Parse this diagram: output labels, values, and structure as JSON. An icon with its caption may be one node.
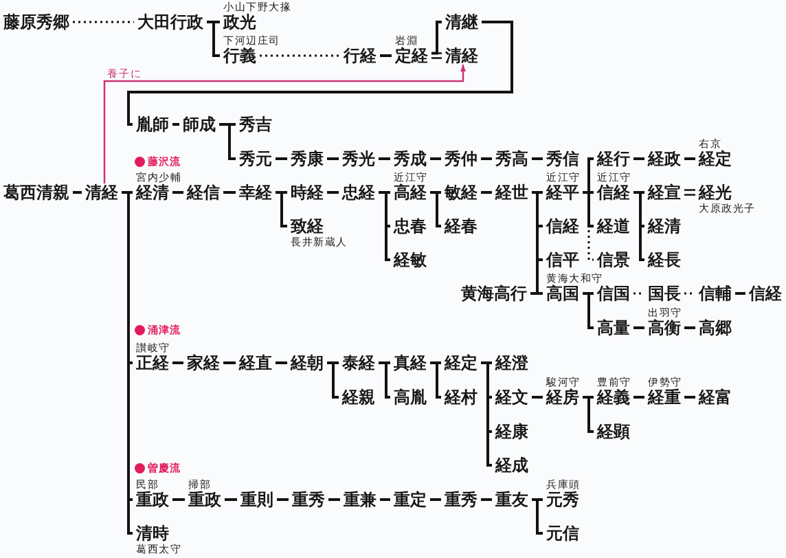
{
  "diagram": {
    "nodes": [
      {
        "text": [
          "藤原秀郷"
        ]
      },
      {
        "text": [
          "大田行政"
        ]
      },
      {
        "text": [
          "政光"
        ],
        "beside": [
          "小山下野大掾"
        ]
      },
      {
        "text": [
          "清継"
        ]
      },
      {
        "text": [
          "行義"
        ],
        "beside": [
          "下河辺庄司"
        ]
      },
      {
        "text": [
          "行経"
        ]
      },
      {
        "text": [
          "定経"
        ],
        "beside": [
          "岩淵"
        ]
      },
      {
        "text": [
          "清経"
        ]
      },
      {
        "text": [
          "胤師"
        ]
      },
      {
        "text": [
          "師成"
        ]
      },
      {
        "text": [
          "秀吉"
        ]
      },
      {
        "text": [
          "秀元"
        ]
      },
      {
        "text": [
          "秀康"
        ]
      },
      {
        "text": [
          "秀光"
        ]
      },
      {
        "text": [
          "秀成"
        ]
      },
      {
        "text": [
          "秀仲"
        ]
      },
      {
        "text": [
          "秀高"
        ]
      },
      {
        "text": [
          "秀信"
        ]
      },
      {
        "text": [
          "経行"
        ]
      },
      {
        "text": [
          "経政"
        ]
      },
      {
        "text": [
          "経定"
        ],
        "beside": [
          "右京"
        ]
      },
      {
        "text": [
          "葛西清親"
        ]
      },
      {
        "text": [
          "清経"
        ]
      },
      {
        "text": [
          "経清"
        ],
        "beside": [
          "宮内少輔"
        ]
      },
      {
        "text": [
          "経信"
        ]
      },
      {
        "text": [
          "幸経"
        ]
      },
      {
        "text": [
          "時経"
        ]
      },
      {
        "text": [
          "忠経"
        ]
      },
      {
        "text": [
          "高経"
        ],
        "beside": [
          "近江守"
        ]
      },
      {
        "text": [
          "敏経"
        ]
      },
      {
        "text": [
          "経世"
        ]
      },
      {
        "text": [
          "経平"
        ],
        "beside": [
          "近江守"
        ]
      },
      {
        "text": [
          "信経"
        ],
        "beside": [
          "近江守"
        ]
      },
      {
        "text": [
          "経宣"
        ]
      },
      {
        "text": [
          "経光"
        ],
        "beside": [
          "大原政光子"
        ]
      },
      {
        "text": [
          "致経"
        ],
        "beside": [
          "長井新蔵人"
        ]
      },
      {
        "text": [
          "忠春"
        ]
      },
      {
        "text": [
          "経春"
        ]
      },
      {
        "text": [
          "信経"
        ]
      },
      {
        "text": [
          "経道"
        ]
      },
      {
        "text": [
          "経清"
        ]
      },
      {
        "text": [
          "経敏"
        ]
      },
      {
        "text": [
          "信平"
        ]
      },
      {
        "text": [
          "信景"
        ]
      },
      {
        "text": [
          "経長"
        ]
      },
      {
        "text": [
          "黄海高行"
        ]
      },
      {
        "text": [
          "高国"
        ],
        "beside": [
          "黄海大和守"
        ]
      },
      {
        "text": [
          "信国"
        ]
      },
      {
        "text": [
          "国長"
        ]
      },
      {
        "text": [
          "信輔"
        ]
      },
      {
        "text": [
          "信経"
        ]
      },
      {
        "text": [
          "高量"
        ]
      },
      {
        "text": [
          "高衡"
        ],
        "beside": [
          "出羽守"
        ]
      },
      {
        "text": [
          "高郷"
        ]
      },
      {
        "text": [
          "正経"
        ],
        "beside": [
          "讃岐守"
        ]
      },
      {
        "text": [
          "家経"
        ]
      },
      {
        "text": [
          "経直"
        ]
      },
      {
        "text": [
          "経朝"
        ]
      },
      {
        "text": [
          "泰経"
        ]
      },
      {
        "text": [
          "真経"
        ]
      },
      {
        "text": [
          "経定"
        ]
      },
      {
        "text": [
          "経澄"
        ]
      },
      {
        "text": [
          "経親"
        ]
      },
      {
        "text": [
          "高胤"
        ]
      },
      {
        "text": [
          "経村"
        ]
      },
      {
        "text": [
          "経文"
        ]
      },
      {
        "text": [
          "経房"
        ],
        "beside": [
          "駿河守"
        ]
      },
      {
        "text": [
          "経義"
        ],
        "beside": [
          "豊前守"
        ]
      },
      {
        "text": [
          "経重"
        ],
        "beside": [
          "伊勢守"
        ]
      },
      {
        "text": [
          "経富"
        ]
      },
      {
        "text": [
          "経康"
        ]
      },
      {
        "text": [
          "経顕"
        ]
      },
      {
        "text": [
          "経成"
        ]
      },
      {
        "text": [
          "重政"
        ],
        "beside": [
          "民部"
        ]
      },
      {
        "text": [
          "重政"
        ],
        "beside": [
          "掃部"
        ]
      },
      {
        "text": [
          "重則"
        ]
      },
      {
        "text": [
          "重秀"
        ]
      },
      {
        "text": [
          "重兼"
        ]
      },
      {
        "text": [
          "重定"
        ]
      },
      {
        "text": [
          "重秀"
        ]
      },
      {
        "text": [
          "重友"
        ]
      },
      {
        "text": [
          "元秀"
        ],
        "beside": [
          "兵庫頭"
        ]
      },
      {
        "text": [
          "清時"
        ],
        "beside": [
          "葛西太守"
        ]
      },
      {
        "text": [
          "元信"
        ]
      }
    ],
    "edges": [
      {
        "from": 0,
        "to": 1,
        "arrow": "none",
        "style": "dashed"
      },
      {
        "from": 1,
        "to": 2,
        "arrow": "none"
      },
      {
        "from": 1,
        "to": 4,
        "arrow": "none"
      },
      {
        "from": 4,
        "to": 5,
        "arrow": "none",
        "style": "dashed"
      },
      {
        "from": 5,
        "to": 6,
        "arrow": "none"
      },
      {
        "from": 6,
        "to": 7,
        "arrow": "none"
      },
      {
        "from": 6,
        "to": 3,
        "arrow": "none"
      },
      {
        "from": 3,
        "to": 8,
        "arrow": "none"
      },
      {
        "from": 22,
        "to": 7,
        "arrow": "to",
        "label": "養子に",
        "color": "#cc3377"
      },
      {
        "from": 8,
        "to": 9,
        "arrow": "none"
      },
      {
        "from": 9,
        "to": 10,
        "arrow": "none"
      },
      {
        "from": 9,
        "to": 11,
        "arrow": "none"
      },
      {
        "from": 11,
        "to": 12,
        "arrow": "none"
      },
      {
        "from": 12,
        "to": 13,
        "arrow": "none"
      },
      {
        "from": 13,
        "to": 14,
        "arrow": "none"
      },
      {
        "from": 14,
        "to": 15,
        "arrow": "none"
      },
      {
        "from": 15,
        "to": 16,
        "arrow": "none"
      },
      {
        "from": 16,
        "to": 17,
        "arrow": "none"
      },
      {
        "from": 31,
        "to": 18,
        "arrow": "none"
      },
      {
        "from": 31,
        "to": 32,
        "arrow": "none"
      },
      {
        "from": 31,
        "to": 39,
        "arrow": "none"
      },
      {
        "from": 31,
        "to": 43,
        "arrow": "none",
        "style": "dashed"
      },
      {
        "from": 18,
        "to": 19,
        "arrow": "none"
      },
      {
        "from": 19,
        "to": 20,
        "arrow": "none"
      },
      {
        "from": 21,
        "to": 22,
        "arrow": "none"
      },
      {
        "from": 22,
        "to": 23,
        "arrow": "none"
      },
      {
        "from": 22,
        "to": 54,
        "arrow": "none"
      },
      {
        "from": 22,
        "to": 73,
        "arrow": "none"
      },
      {
        "from": 22,
        "to": 82,
        "arrow": "none"
      },
      {
        "from": 23,
        "to": 24,
        "arrow": "none"
      },
      {
        "from": 24,
        "to": 25,
        "arrow": "none"
      },
      {
        "from": 25,
        "to": 26,
        "arrow": "none"
      },
      {
        "from": 25,
        "to": 35,
        "arrow": "none"
      },
      {
        "from": 26,
        "to": 27,
        "arrow": "none"
      },
      {
        "from": 27,
        "to": 28,
        "arrow": "none"
      },
      {
        "from": 27,
        "to": 36,
        "arrow": "none"
      },
      {
        "from": 27,
        "to": 41,
        "arrow": "none"
      },
      {
        "from": 28,
        "to": 29,
        "arrow": "none"
      },
      {
        "from": 28,
        "to": 37,
        "arrow": "none"
      },
      {
        "from": 29,
        "to": 30,
        "arrow": "none"
      },
      {
        "from": 30,
        "to": 31,
        "arrow": "none"
      },
      {
        "from": 30,
        "to": 38,
        "arrow": "none"
      },
      {
        "from": 30,
        "to": 42,
        "arrow": "none"
      },
      {
        "from": 30,
        "to": 46,
        "arrow": "none"
      },
      {
        "from": 32,
        "to": 33,
        "arrow": "none"
      },
      {
        "from": 32,
        "to": 40,
        "arrow": "none"
      },
      {
        "from": 32,
        "to": 44,
        "arrow": "none"
      },
      {
        "from": 33,
        "to": 34,
        "arrow": "none"
      },
      {
        "from": 45,
        "to": 46,
        "arrow": "none"
      },
      {
        "from": 46,
        "to": 47,
        "arrow": "none"
      },
      {
        "from": 46,
        "to": 51,
        "arrow": "none"
      },
      {
        "from": 47,
        "to": 48,
        "arrow": "none",
        "style": "dashed"
      },
      {
        "from": 48,
        "to": 49,
        "arrow": "none",
        "style": "dashed"
      },
      {
        "from": 49,
        "to": 50,
        "arrow": "none"
      },
      {
        "from": 51,
        "to": 52,
        "arrow": "none"
      },
      {
        "from": 52,
        "to": 53,
        "arrow": "none"
      },
      {
        "from": 54,
        "to": 55,
        "arrow": "none"
      },
      {
        "from": 55,
        "to": 56,
        "arrow": "none"
      },
      {
        "from": 56,
        "to": 57,
        "arrow": "none"
      },
      {
        "from": 57,
        "to": 58,
        "arrow": "none"
      },
      {
        "from": 57,
        "to": 62,
        "arrow": "none"
      },
      {
        "from": 58,
        "to": 59,
        "arrow": "none"
      },
      {
        "from": 58,
        "to": 63,
        "arrow": "none"
      },
      {
        "from": 59,
        "to": 60,
        "arrow": "none"
      },
      {
        "from": 59,
        "to": 64,
        "arrow": "none"
      },
      {
        "from": 60,
        "to": 61,
        "arrow": "none"
      },
      {
        "from": 60,
        "to": 65,
        "arrow": "none"
      },
      {
        "from": 60,
        "to": 70,
        "arrow": "none"
      },
      {
        "from": 60,
        "to": 72,
        "arrow": "none"
      },
      {
        "from": 65,
        "to": 66,
        "arrow": "none"
      },
      {
        "from": 66,
        "to": 67,
        "arrow": "none"
      },
      {
        "from": 66,
        "to": 71,
        "arrow": "none"
      },
      {
        "from": 67,
        "to": 68,
        "arrow": "none"
      },
      {
        "from": 68,
        "to": 69,
        "arrow": "none"
      },
      {
        "from": 73,
        "to": 74,
        "arrow": "none"
      },
      {
        "from": 74,
        "to": 75,
        "arrow": "none"
      },
      {
        "from": 75,
        "to": 76,
        "arrow": "none"
      },
      {
        "from": 76,
        "to": 77,
        "arrow": "none"
      },
      {
        "from": 77,
        "to": 78,
        "arrow": "none"
      },
      {
        "from": 78,
        "to": 79,
        "arrow": "none"
      },
      {
        "from": 79,
        "to": 80,
        "arrow": "none"
      },
      {
        "from": 80,
        "to": 81,
        "arrow": "none"
      },
      {
        "from": 80,
        "to": 83,
        "arrow": "none"
      }
    ],
    "labels": [
      "藤沢流",
      "涌津流",
      "曽慶流"
    ]
  }
}
